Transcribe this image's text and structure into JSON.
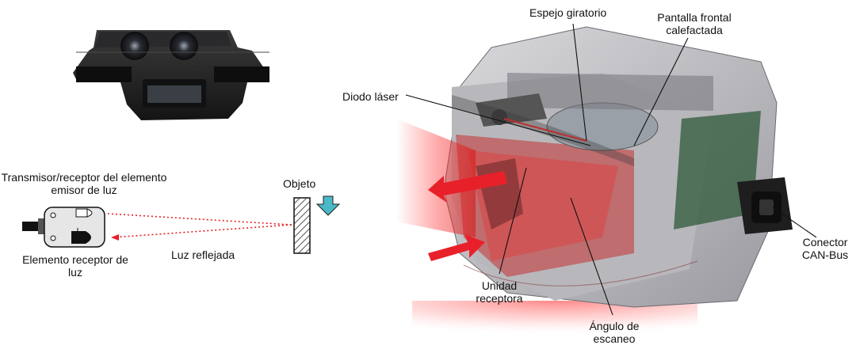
{
  "sensor_diagram": {
    "transmitter_label": "Transmisor/receptor del elemento emisor de luz",
    "receiver_label": "Elemento receptor de luz",
    "reflected_label": "Luz reflejada",
    "object_label": "Objeto"
  },
  "cutaway": {
    "rotating_mirror": "Espejo giratorio",
    "heated_front": "Pantalla frontal calefactada",
    "laser_diode": "Diodo láser",
    "receiver_unit": "Unidad receptora",
    "scan_angle": "Ángulo de escaneo",
    "can_connector": "Conector CAN-Bus"
  },
  "colors": {
    "laser": "#e8202a",
    "arrow_down": "#4bb8c8",
    "device_dark": "#1c1c1c",
    "housing": "#c8c8cc"
  }
}
